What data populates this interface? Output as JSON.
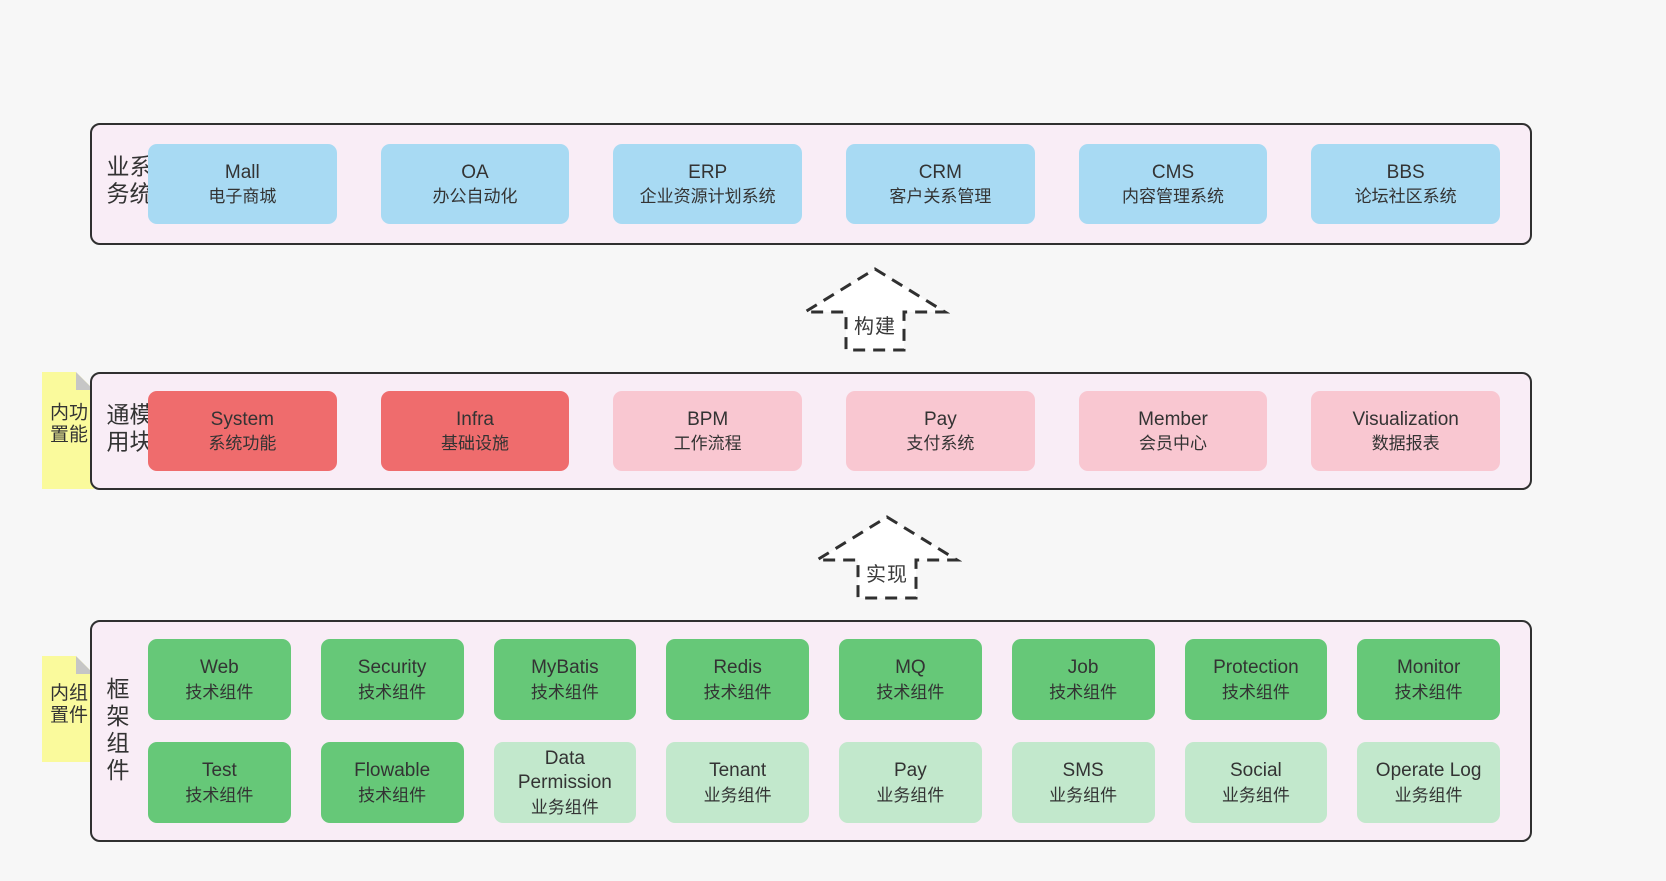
{
  "colors": {
    "page_bg": "#f7f7f7",
    "panel_bg": "#f9edf6",
    "line": "#303030",
    "text": "#333333",
    "blue": "#a8daf3",
    "red": "#ef6c6d",
    "pink": "#f9c7d1",
    "green": "#66c878",
    "light_green": "#c2e8cc",
    "yellow": "#fafa9c",
    "fold": "#c6c6c6",
    "arrow_fill": "#ffffff"
  },
  "bands": [
    {
      "label": "业务系统",
      "boxes": [
        {
          "title": "Mall",
          "subtitle": "电子商城"
        },
        {
          "title": "OA",
          "subtitle": "办公自动化"
        },
        {
          "title": "ERP",
          "subtitle": "企业资源计划系统"
        },
        {
          "title": "CRM",
          "subtitle": "客户关系管理"
        },
        {
          "title": "CMS",
          "subtitle": "内容管理系统"
        },
        {
          "title": "BBS",
          "subtitle": "论坛社区系统"
        }
      ]
    },
    {
      "label": "通用模块",
      "note": "内置功能",
      "boxes": [
        {
          "title": "System",
          "subtitle": "系统功能"
        },
        {
          "title": "Infra",
          "subtitle": "基础设施"
        },
        {
          "title": "BPM",
          "subtitle": "工作流程"
        },
        {
          "title": "Pay",
          "subtitle": "支付系统"
        },
        {
          "title": "Member",
          "subtitle": "会员中心"
        },
        {
          "title": "Visualization",
          "subtitle": "数据报表"
        }
      ]
    },
    {
      "label": "框架组件",
      "note": "内置组件",
      "row1": [
        {
          "title": "Web",
          "subtitle": "技术组件"
        },
        {
          "title": "Security",
          "subtitle": "技术组件"
        },
        {
          "title": "MyBatis",
          "subtitle": "技术组件"
        },
        {
          "title": "Redis",
          "subtitle": "技术组件"
        },
        {
          "title": "MQ",
          "subtitle": "技术组件"
        },
        {
          "title": "Job",
          "subtitle": "技术组件"
        },
        {
          "title": "Protection",
          "subtitle": "技术组件"
        },
        {
          "title": "Monitor",
          "subtitle": "技术组件"
        }
      ],
      "row2": [
        {
          "title": "Test",
          "subtitle": "技术组件"
        },
        {
          "title": "Flowable",
          "subtitle": "技术组件"
        },
        {
          "title": "Data Permission",
          "subtitle": "业务组件"
        },
        {
          "title": "Tenant",
          "subtitle": "业务组件"
        },
        {
          "title": "Pay",
          "subtitle": "业务组件"
        },
        {
          "title": "SMS",
          "subtitle": "业务组件"
        },
        {
          "title": "Social",
          "subtitle": "业务组件"
        },
        {
          "title": "Operate Log",
          "subtitle": "业务组件"
        }
      ]
    }
  ],
  "arrows": [
    {
      "label": "构建"
    },
    {
      "label": "实现"
    }
  ]
}
